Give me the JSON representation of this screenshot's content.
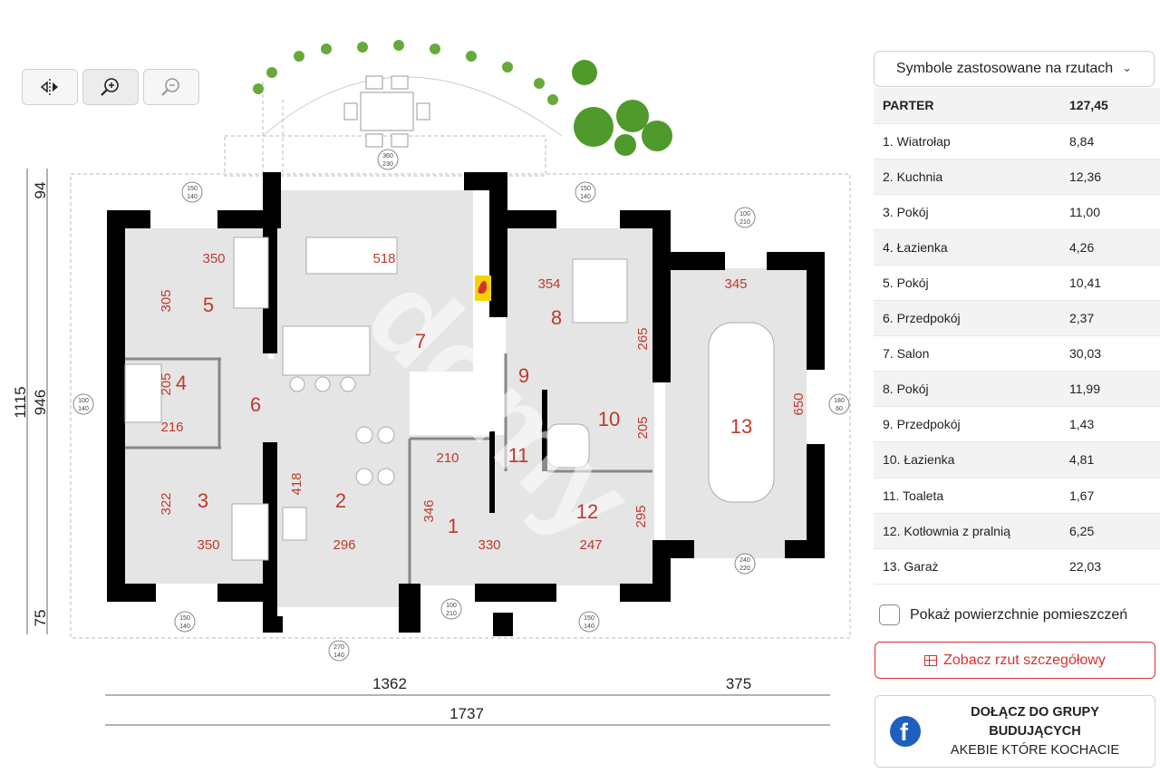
{
  "toolbar": {
    "mirror_icon": "mirror-icon",
    "zoom_in_icon": "zoom-in-icon",
    "zoom_out_icon": "zoom-out-icon"
  },
  "plan": {
    "rooms": [
      "5",
      "4",
      "3",
      "6",
      "2",
      "7",
      "8",
      "9",
      "10",
      "11",
      "1",
      "12",
      "13"
    ],
    "dims": {
      "d350a": "350",
      "d518": "518",
      "d354": "354",
      "d345": "345",
      "d305": "305",
      "d205": "205",
      "d216": "216",
      "d322": "322",
      "d350b": "350",
      "d418": "418",
      "d296": "296",
      "d346": "346",
      "d330": "330",
      "d210": "210",
      "d247": "247",
      "d295": "295",
      "d265": "265",
      "d205b": "205",
      "d650": "650",
      "d1362": "1362",
      "d375": "375",
      "d1737": "1737",
      "d1115": "1115",
      "d946": "946",
      "d94": "94",
      "d75": "75"
    },
    "windows": {
      "w1": [
        "150",
        "140"
      ],
      "w2": [
        "360",
        "230"
      ],
      "w3": [
        "150",
        "140"
      ],
      "w4": [
        "100",
        "210"
      ],
      "w5": [
        "100",
        "140"
      ],
      "w6": [
        "180",
        "60"
      ],
      "w7": [
        "150",
        "140"
      ],
      "w8": [
        "270",
        "140"
      ],
      "w9": [
        "100",
        "210"
      ],
      "w10": [
        "150",
        "140"
      ],
      "w11": [
        "240",
        "220"
      ]
    }
  },
  "symbols_dropdown": {
    "label": "Symbole zastosowane na rzutach"
  },
  "rooms_table": {
    "header": {
      "name": "PARTER",
      "value": "127,45"
    },
    "rows": [
      {
        "name": "1. Wiatrołap",
        "value": "8,84"
      },
      {
        "name": "2. Kuchnia",
        "value": "12,36"
      },
      {
        "name": "3. Pokój",
        "value": "11,00"
      },
      {
        "name": "4. Łazienka",
        "value": "4,26"
      },
      {
        "name": "5. Pokój",
        "value": "10,41"
      },
      {
        "name": "6. Przedpokój",
        "value": "2,37"
      },
      {
        "name": "7. Salon",
        "value": "30,03"
      },
      {
        "name": "8. Pokój",
        "value": "11,99"
      },
      {
        "name": "9. Przedpokój",
        "value": "1,43"
      },
      {
        "name": "10. Łazienka",
        "value": "4,81"
      },
      {
        "name": "11. Toaleta",
        "value": "1,67"
      },
      {
        "name": "12. Kotłownia z pralnią",
        "value": "6,25"
      },
      {
        "name": "13. Garaż",
        "value": "22,03"
      }
    ]
  },
  "show_areas": {
    "label": "Pokaż powierzchnie pomieszczeń",
    "checked": false
  },
  "detail_button": {
    "label": "Zobacz rzut szczegółowy"
  },
  "facebook": {
    "title_line1": "DOŁĄCZ DO GRUPY",
    "title_line2": "BUDUJĄCYCH",
    "subtitle": "AKEBIE KTÓRE KOCHACIE"
  }
}
